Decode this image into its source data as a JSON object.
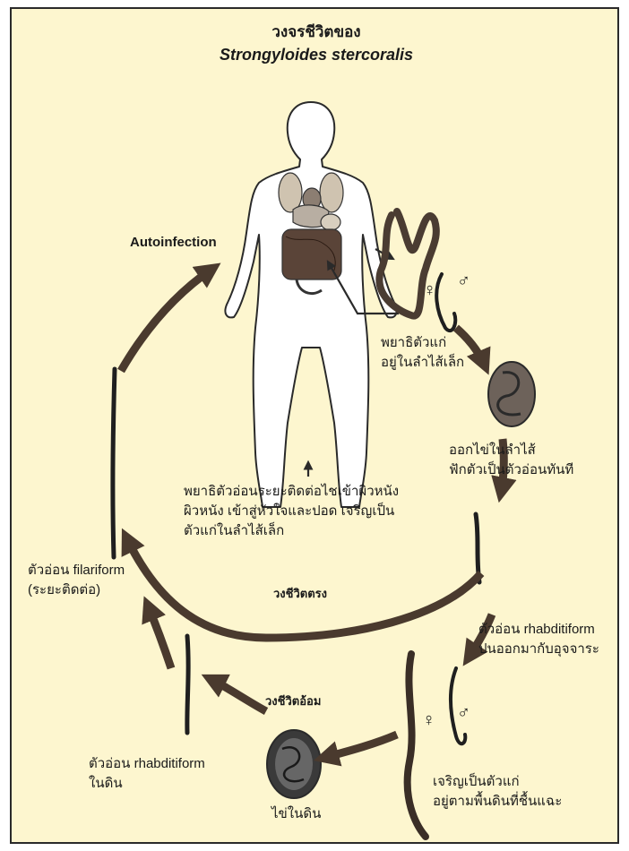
{
  "title_thai": "วงจรชีวิตของ",
  "title_species": "Strongyloides stercoralis",
  "labels": {
    "autoinfection": "Autoinfection",
    "adult_intestine": [
      "พยาธิตัวแก่",
      "อยู่ในลำไส้เล็ก"
    ],
    "egg_intestine": [
      "ออกไข่ในลำไส้",
      "ฟักตัวเป็นตัวอ่อนทันที"
    ],
    "penetration": [
      "พยาธิตัวอ่อนระยะติดต่อไชเข้าผิวหนัง",
      "ผิวหนัง เข้าสู่หัวใจและปอด เจริญเป็น",
      "ตัวแก่ในลำไส้เล็ก"
    ],
    "filariform": [
      "ตัวอ่อน filariform",
      "(ระยะติดต่อ)"
    ],
    "direct_cycle": "วงชีวิตตรง",
    "rhabditiform_excreted": [
      "ตัวอ่อน rhabditiform",
      "ปนออกมากับอุจจาระ"
    ],
    "indirect_cycle": "วงชีวิตอ้อม",
    "free_living_adult": [
      "เจริญเป็นตัวแก่",
      "อยู่ตามพื้นดินที่ชื้นแฉะ"
    ],
    "rhabditiform_soil": [
      "ตัวอ่อน rhabditiform",
      "ในดิน"
    ],
    "egg_soil": "ไข่ในดิน"
  },
  "sex_symbols": {
    "female": "♀",
    "male": "♂"
  }
}
